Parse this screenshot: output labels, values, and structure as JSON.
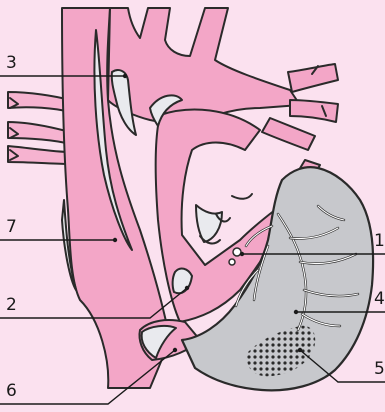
{
  "labels": [
    {
      "id": "label-1",
      "text": "1"
    },
    {
      "id": "label-2",
      "text": "2"
    },
    {
      "id": "label-3",
      "text": "3"
    },
    {
      "id": "label-4",
      "text": "4"
    },
    {
      "id": "label-5",
      "text": "5"
    },
    {
      "id": "label-6",
      "text": "6"
    },
    {
      "id": "label-7",
      "text": "7"
    }
  ],
  "colors": {
    "background": "#fbe1ef",
    "vessel": "#f3a6c7",
    "heart_muscle": "#c7c8cc",
    "vessel_wall": "#e9eaee",
    "outline": "#2a2a2a"
  }
}
